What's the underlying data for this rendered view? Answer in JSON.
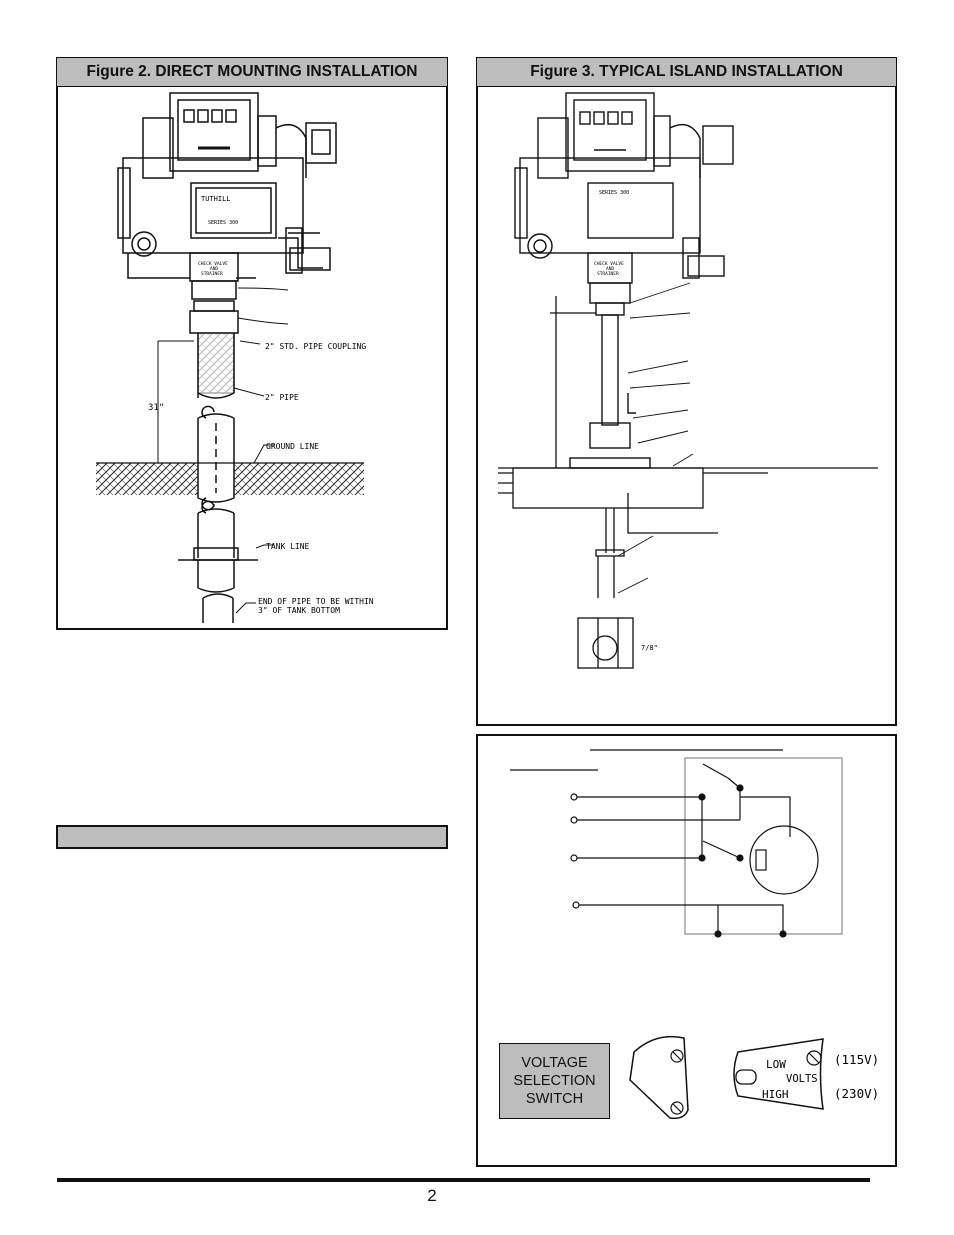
{
  "figure2": {
    "title": "Figure 2. DIRECT MOUNTING INSTALLATION",
    "labels": {
      "coupling": "2\" STD. PIPE COUPLING",
      "pipe": "2\" PIPE",
      "height": "31\"",
      "ground": "GROUND LINE",
      "tank": "TANK LINE",
      "end_line1": "END OF PIPE TO BE WITHIN",
      "end_line2": "3\" OF TANK BOTTOM"
    },
    "pump_text": {
      "check_valve1": "CHECK VALVE",
      "check_valve2": "AND",
      "check_valve3": "STRAINER",
      "brand": "TUTHILL",
      "series": "SERIES 300"
    }
  },
  "figure3": {
    "title": "Figure 3. TYPICAL ISLAND INSTALLATION",
    "labels": {
      "dimension": "7/8\""
    },
    "pump_text": {
      "check_valve1": "CHECK VALVE",
      "check_valve2": "AND",
      "check_valve3": "STRAINER",
      "series": "SERIES 300"
    }
  },
  "wiring": {
    "switch_label": [
      "VOLTAGE",
      "SELECTION",
      "SWITCH"
    ],
    "low": "LOW",
    "volts": "VOLTS",
    "high": "HIGH",
    "v115": "(115V)",
    "v230": "(230V)"
  },
  "page_number": "2"
}
